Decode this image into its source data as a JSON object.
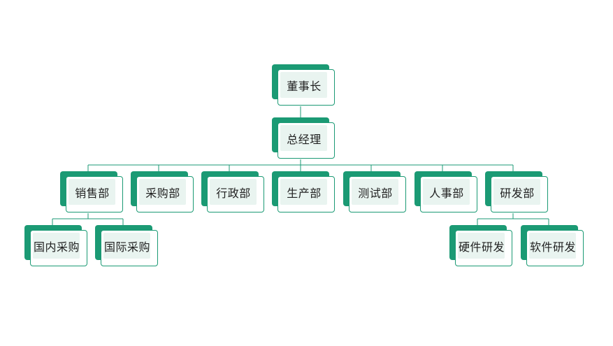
{
  "colors": {
    "accent": "#1b9a74",
    "card_fill": "#e9f4f0",
    "line": "#1b9a74"
  },
  "nodes": {
    "chairman": "董事长",
    "gm": "总经理",
    "sales": "销售部",
    "purchasing": "采购部",
    "admin": "行政部",
    "production": "生产部",
    "testing": "测试部",
    "hr": "人事部",
    "rnd": "研发部",
    "domestic_purchase": "国内采购",
    "intl_purchase": "国际采购",
    "hardware_rnd": "硬件研发",
    "software_rnd": "软件研发"
  }
}
